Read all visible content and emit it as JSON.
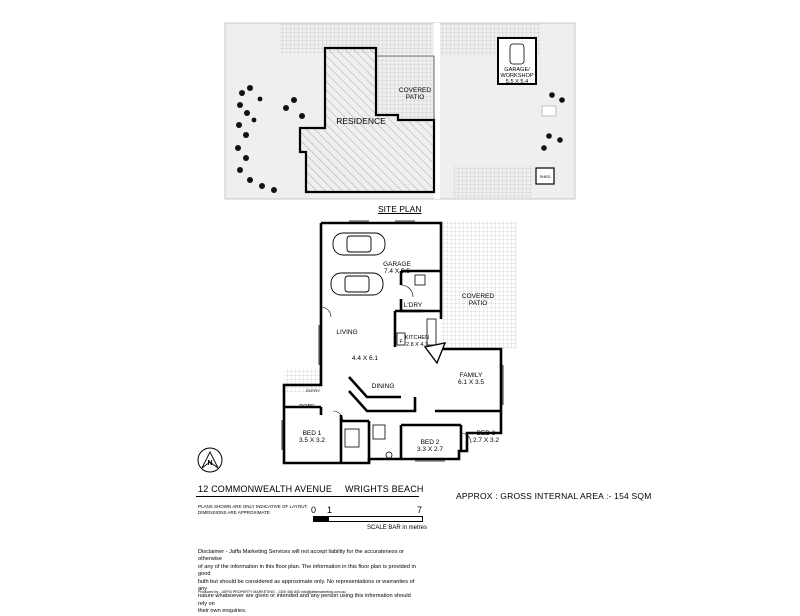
{
  "site_plan": {
    "title": "SITE PLAN",
    "residence": "RESIDENCE",
    "covered_patio_line1": "COVERED",
    "covered_patio_line2": "PATIO",
    "garage_line1": "GARAGE/",
    "garage_line2": "WORKSHOP",
    "garage_size": "5.5 X 5.4",
    "shed": "SHED"
  },
  "floor_plan": {
    "garage": {
      "name": "GARAGE",
      "size": "7.4 X 5.5"
    },
    "laundry": "L'DRY",
    "covered_patio_line1": "COVERED",
    "covered_patio_line2": "PATIO",
    "living": "LIVING",
    "living_size": "4.4 X 6.1",
    "dining": "DINING",
    "kitchen": {
      "name": "KITCHEN",
      "size": "2.8 X 4.3"
    },
    "family": {
      "name": "FAMILY",
      "size": "6.1 X 3.5"
    },
    "entry": "ENTRY",
    "robe": "ROBE",
    "bed1": {
      "name": "BED 1",
      "size": "3.5 X 3.2"
    },
    "bed2": {
      "name": "BED 2",
      "size": "3.3 X 2.7"
    },
    "bed3": {
      "name": "BED 3",
      "size": "2.7 X 3.2"
    },
    "fridge": "F",
    "compass": "N"
  },
  "footer": {
    "address": "12 COMMONWEALTH AVENUE",
    "suburb": "WRIGHTS BEACH",
    "area": "APPROX : GROSS INTERNAL AREA :- 154 SQM",
    "plans_note_line1": "PLANS SHOWN ARE ONLY INDICATIVE OF LAYOUT.",
    "plans_note_line2": "DIMENSIONS ARE APPROXIMATE",
    "scale_0": "0",
    "scale_1": "1",
    "scale_7": "7",
    "scale_bar": "SCALE BAR in metres",
    "disclaimer_lines": [
      "Disclaimer - Jaffa Marketing Services will not accept liability for the accurateness or otherwise",
      "of any of the information in this floor plan. The information in this floor plan is provided in good",
      "faith but should be considered as approximate only.  No representations or warranties of any",
      "nature whatsoever are given or intended and any person using this information should rely on",
      "their own enquiries."
    ],
    "producer": "Produced by : JAFFA PROPERTY MARKETING - 1300 456 800 info@jaffamarketing.com.au"
  }
}
